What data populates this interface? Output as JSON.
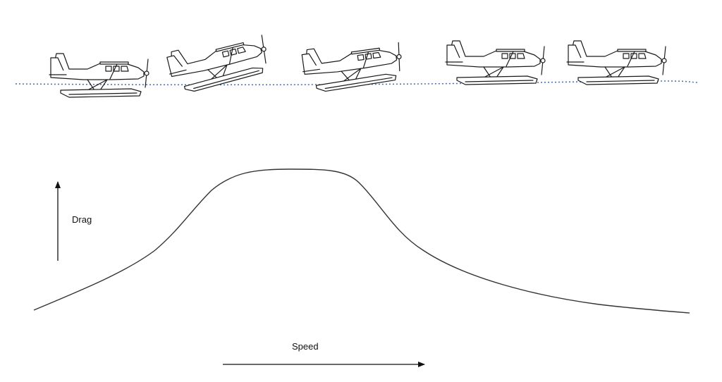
{
  "labels": {
    "y_axis": "Drag",
    "x_axis": "Speed"
  },
  "colors": {
    "water_line": "#4a6aa8",
    "curve": "#333333",
    "outline": "#1a1a1a"
  },
  "planes": [
    {
      "name": "seaplane-1",
      "pitch_deg": 0
    },
    {
      "name": "seaplane-2",
      "pitch_deg": -14
    },
    {
      "name": "seaplane-3",
      "pitch_deg": -8
    },
    {
      "name": "seaplane-4",
      "pitch_deg": 0
    },
    {
      "name": "seaplane-5",
      "pitch_deg": 0
    }
  ]
}
